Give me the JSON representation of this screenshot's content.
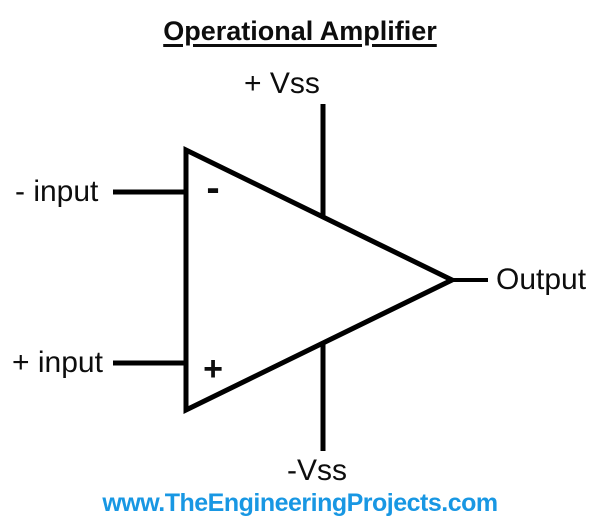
{
  "title": "Operational Amplifier",
  "diagram": {
    "type": "op-amp schematic",
    "labels": {
      "positive_supply": "+ Vss",
      "negative_supply": "-Vss",
      "inverting_input": "- input",
      "non_inverting_input": "+ input",
      "output": "Output",
      "inverting_sign": "-",
      "non_inverting_sign": "+"
    },
    "colors": {
      "line": "#000000",
      "text": "#0d0d0d",
      "watermark_blue": "#1897e3",
      "background": "#ffffff"
    }
  },
  "footer": {
    "website": "www.TheEngineeringProjects.com"
  }
}
